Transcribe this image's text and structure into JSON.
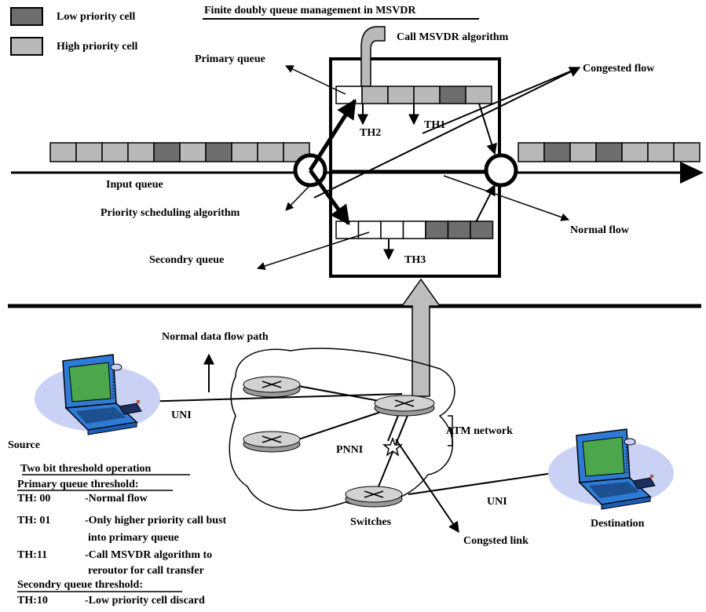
{
  "colors": {
    "low_priority": "#6e6e6e",
    "high_priority": "#b9b9b9",
    "empty_cell": "#ffffff",
    "laptop_blue": "#2e7bd6",
    "laptop_screen": "#4ca64c",
    "switch_gray": "#d2d2d2",
    "halo": "#c9d2f5"
  },
  "icons": {
    "legend_low": "low-priority-swatch-icon",
    "legend_high": "high-priority-swatch-icon",
    "source": "laptop-icon",
    "destination": "laptop-icon",
    "switch": "atm-switch-icon",
    "congestion": "congestion-star-icon"
  },
  "legend": {
    "low_label": "Low priority cell",
    "high_label": "High priority cell"
  },
  "title": "Finite doubly queue management in MSVDR",
  "labels": {
    "call_msvdr": "Call MSVDR algorithm",
    "primary_queue": "Primary queue",
    "congested_flow": "Congested flow",
    "th1": "TH1",
    "th2": "TH2",
    "th3": "TH3",
    "input_queue": "Input queue",
    "priority_scheduling": "Priority scheduling algorithm",
    "normal_flow": "Normal flow",
    "secondary_queue": "Secondry queue",
    "normal_data_flow_path": "Normal data flow path",
    "uni_left": "UNI",
    "uni_right": "UNI",
    "source": "Source",
    "atm_network": "ATM network",
    "pnni": "PNNI",
    "switches": "Switches",
    "congested_link": "Congsted link",
    "destination": "Destination"
  },
  "queues": {
    "input": [
      "high",
      "high",
      "high",
      "high",
      "low",
      "high",
      "low",
      "high",
      "high",
      "high"
    ],
    "output": [
      "high",
      "low",
      "high",
      "low",
      "high",
      "high",
      "high"
    ],
    "primary": [
      "empty",
      "high",
      "high",
      "high",
      "low",
      "high"
    ],
    "secondary": [
      "empty",
      "empty",
      "empty",
      "empty",
      "low",
      "low",
      "low"
    ]
  },
  "notes": {
    "heading": "Two bit threshold operation",
    "primary_heading": "Primary queue threshold:",
    "rows": [
      {
        "code": "TH: 00",
        "desc": "-Normal flow",
        "cont": ""
      },
      {
        "code": "TH: 01",
        "desc": "-Only higher priority call bust",
        "cont": "into primary queue"
      },
      {
        "code": "TH:11",
        "desc": "-Call MSVDR algorithm to",
        "cont": "reroutor for call transfer"
      }
    ],
    "secondary_heading": "Secondry queue threshold:",
    "secondary_row": {
      "code": "TH:10",
      "desc": "-Low priority cell discard"
    }
  }
}
